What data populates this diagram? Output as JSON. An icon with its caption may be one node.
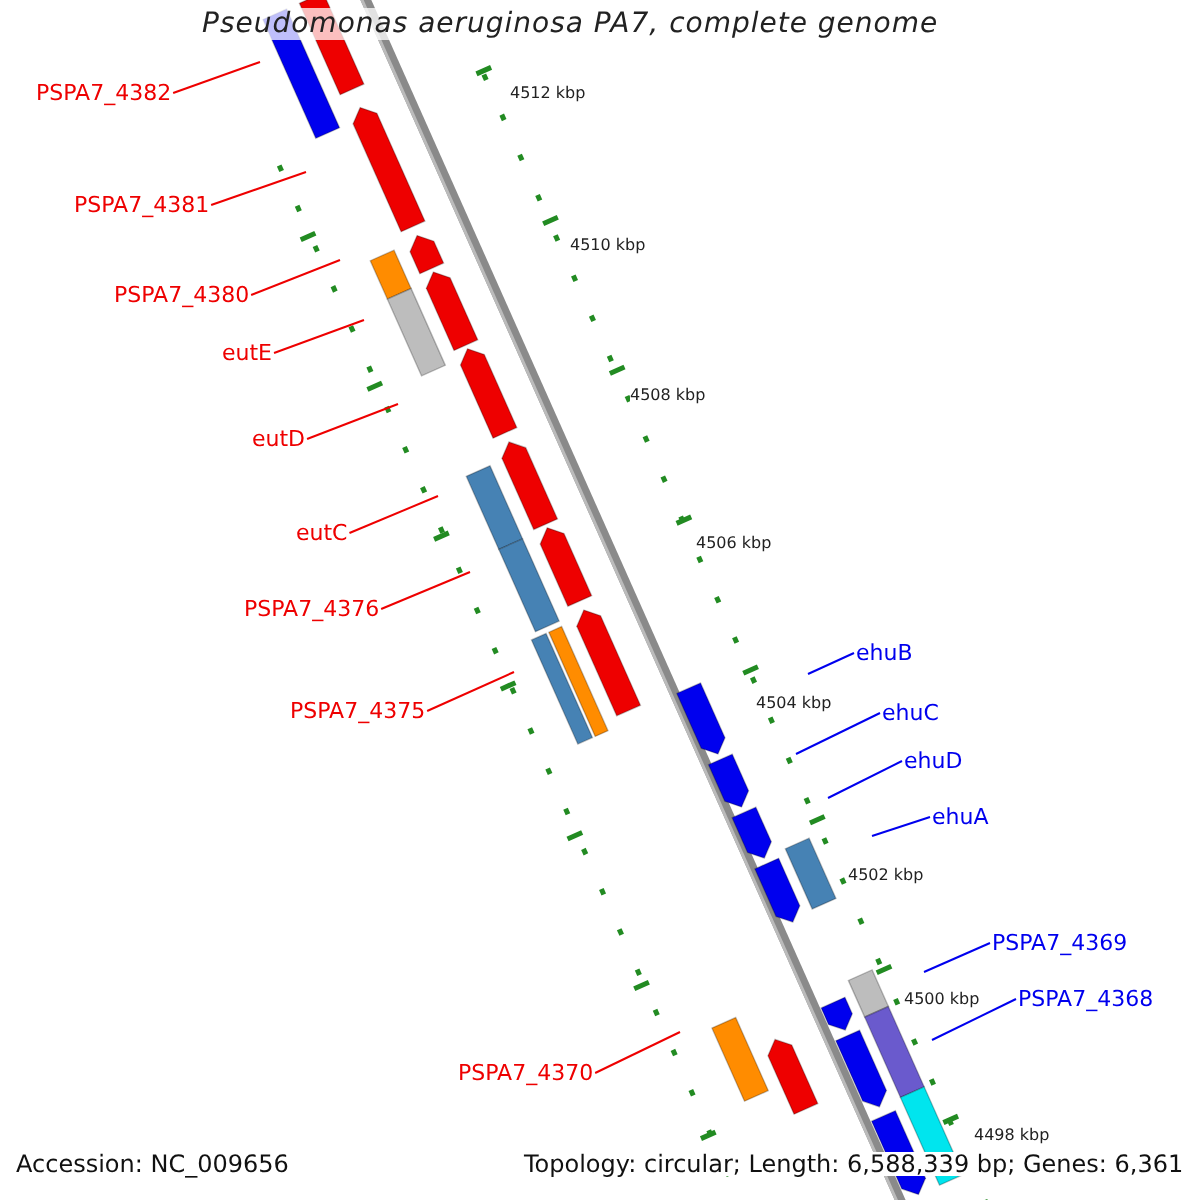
{
  "diagram": {
    "title": "Pseudomonas aeruginosa PA7, complete genome",
    "nodes": [
      {
        "text": [
          "PSPA7_4382"
        ]
      },
      {
        "text": [
          "PSPA7_4381"
        ]
      },
      {
        "text": [
          "PSPA7_4380"
        ]
      },
      {
        "text": [
          "eutE"
        ]
      },
      {
        "text": [
          "eutD"
        ]
      },
      {
        "text": [
          "eutC"
        ]
      },
      {
        "text": [
          "PSPA7_4376"
        ]
      },
      {
        "text": [
          "ehuB"
        ]
      },
      {
        "text": [
          "PSPA7_4375"
        ]
      },
      {
        "text": [
          "ehuC"
        ]
      },
      {
        "text": [
          "ehuD"
        ]
      },
      {
        "text": [
          "ehuA"
        ]
      },
      {
        "text": [
          "PSPA7_4369"
        ]
      },
      {
        "text": [
          "PSPA7_4368"
        ]
      },
      {
        "text": [
          "PSPA7_4370"
        ]
      }
    ],
    "edges": [
      {
        "from": 0,
        "to": null,
        "arrow": "none"
      },
      {
        "from": 1,
        "to": null,
        "arrow": "none"
      },
      {
        "from": 2,
        "to": null,
        "arrow": "none"
      },
      {
        "from": 3,
        "to": null,
        "arrow": "none"
      },
      {
        "from": 4,
        "to": null,
        "arrow": "none"
      },
      {
        "from": 5,
        "to": null,
        "arrow": "none"
      },
      {
        "from": 6,
        "to": null,
        "arrow": "none"
      },
      {
        "from": 7,
        "to": null,
        "arrow": "none",
        "color": "#0000ee"
      },
      {
        "from": 8,
        "to": null,
        "arrow": "none"
      },
      {
        "from": 9,
        "to": null,
        "arrow": "none",
        "color": "#0000ee"
      },
      {
        "from": 10,
        "to": null,
        "arrow": "none",
        "color": "#0000ee"
      },
      {
        "from": 11,
        "to": null,
        "arrow": "none",
        "color": "#0000ee"
      },
      {
        "from": 12,
        "to": null,
        "arrow": "none",
        "color": "#0000ee"
      },
      {
        "from": 13,
        "to": null,
        "arrow": "none",
        "color": "#0000ee"
      },
      {
        "from": 14,
        "to": null,
        "arrow": "none"
      }
    ],
    "labels": [
      "4512 kbp",
      "4510 kbp",
      "4508 kbp",
      "4506 kbp",
      "4504 kbp",
      "4502 kbp",
      "4500 kbp",
      "4498 kbp",
      "Accession: NC_009656",
      "Topology: circular; Length: 6,588,339 bp; Genes: 6,361"
    ]
  }
}
